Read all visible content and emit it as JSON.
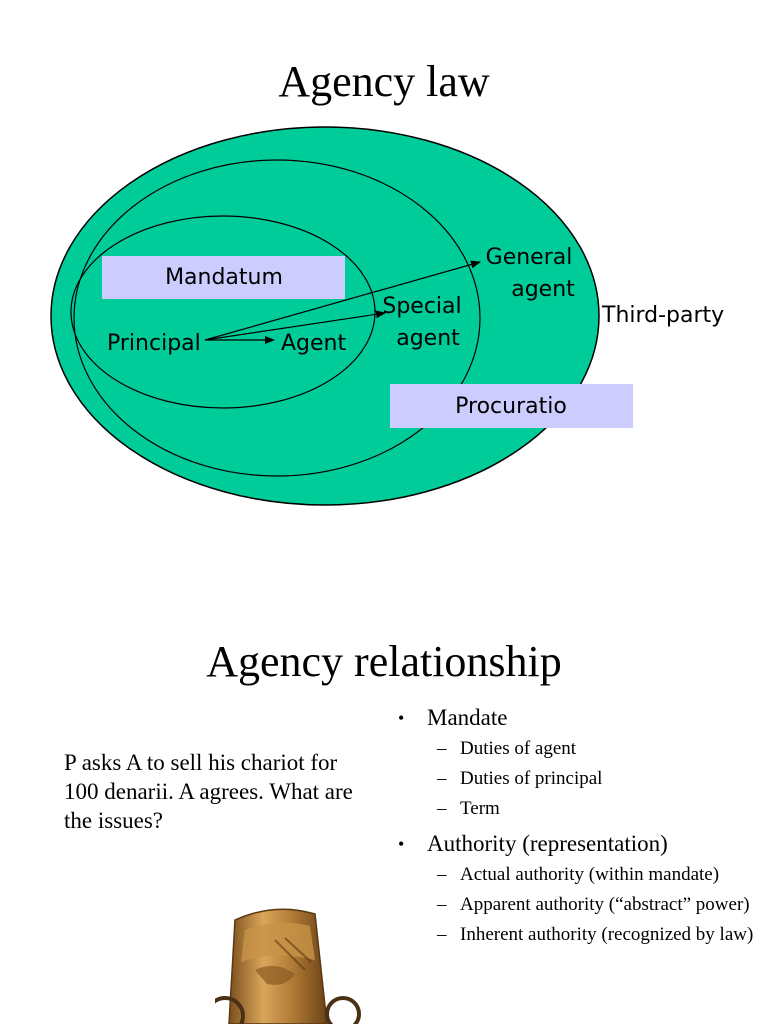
{
  "slide1": {
    "title": "Agency law",
    "labels": {
      "mandatum": "Mandatum",
      "principal": "Principal",
      "agent": "Agent",
      "special_agent_1": "Special",
      "special_agent_2": "agent",
      "general_agent_1": "General",
      "general_agent_2": "agent",
      "third_party": "Third-party",
      "procuratio": "Procuratio"
    },
    "colors": {
      "fill": "#00CC99",
      "box": "#CCCCFF",
      "stroke": "#000000"
    }
  },
  "slide2": {
    "title": "Agency relationship",
    "scenario": "P asks A to sell his chariot for 100 denarii. A agrees. What are the issues?",
    "bullets": [
      {
        "label": "Mandate",
        "subs": [
          "Duties of agent",
          "Duties of principal",
          "Term"
        ]
      },
      {
        "label": "Authority (representation)",
        "subs": [
          "Actual authority (within mandate)",
          "Apparent authority (“abstract” power)",
          "Inherent authority (recognized by law)"
        ]
      }
    ],
    "image": "chariot-image"
  }
}
